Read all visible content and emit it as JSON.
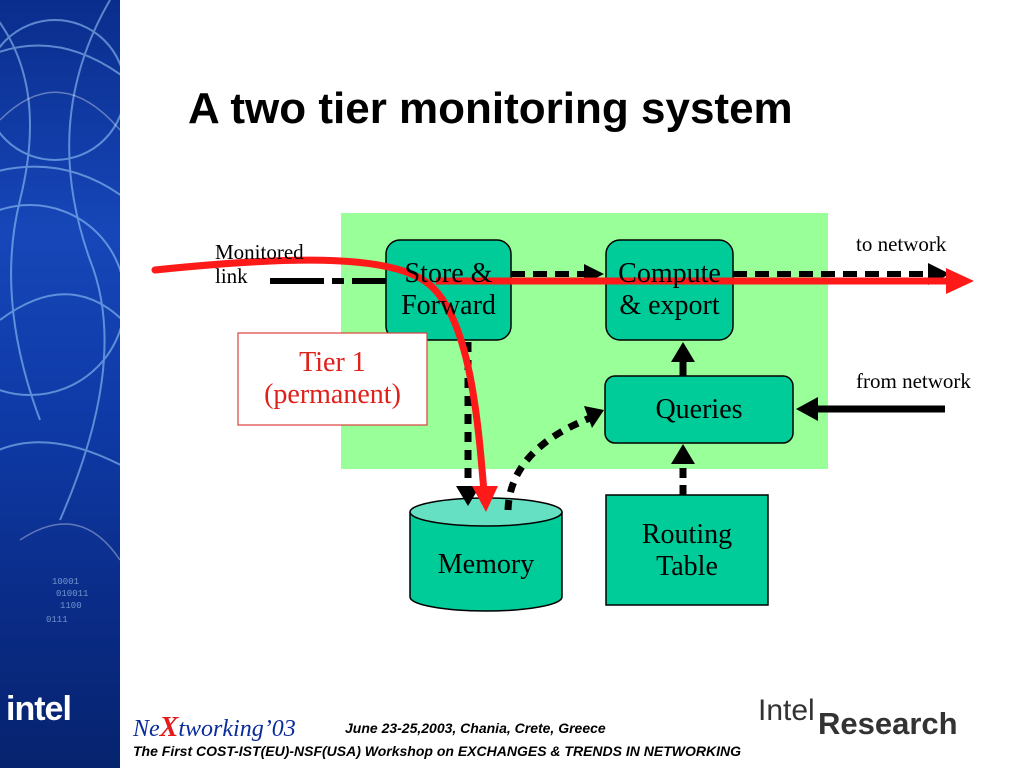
{
  "title": "A two tier monitoring system",
  "diagram": {
    "store_forward": [
      "Store &",
      "Forward"
    ],
    "compute_export": [
      "Compute",
      "& export"
    ],
    "queries": "Queries",
    "memory": "Memory",
    "routing_table": [
      "Routing",
      "Table"
    ],
    "tier_box": [
      "Tier 1",
      "(permanent)"
    ],
    "monitored_link": [
      "Monitored",
      "link"
    ],
    "to_network": "to network",
    "from_network": "from network"
  },
  "footer": {
    "intel_logo": "intel",
    "nextworking": {
      "pre": "Ne",
      "x": "X",
      "post": "tworking’03"
    },
    "dates": "June 23-25,2003, Chania, Crete, Greece",
    "workshop": "The First COST-IST(EU)-NSF(USA) Workshop on EXCHANGES & TRENDS IN NETWORKING",
    "intel_research": {
      "intel": "Intel",
      "research": "Research"
    }
  },
  "colors": {
    "green_region": "#99ff99",
    "node_fill": "#00cc99",
    "red_path": "#ff1a1a",
    "tier_border": "#d94040",
    "tier_text": "#e0201a",
    "sidebar_blue": "#0e3aa6"
  }
}
